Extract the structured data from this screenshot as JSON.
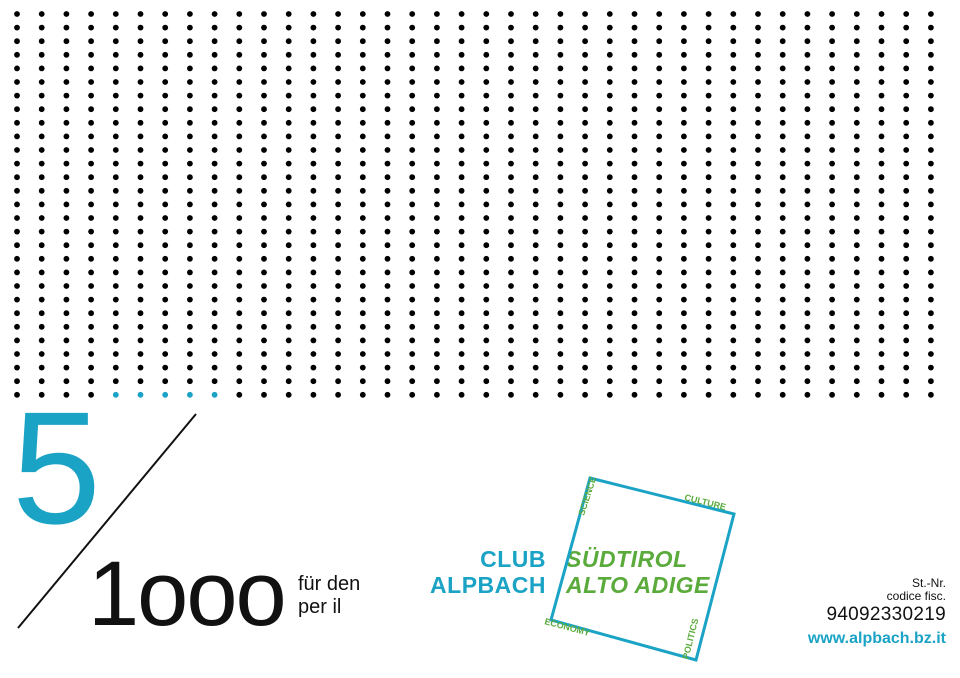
{
  "fraction": {
    "numerator": "5",
    "denominator": "1ooo"
  },
  "recipient_lines": [
    "für den",
    "per il"
  ],
  "logo": {
    "club_lines": [
      "CLUB",
      "ALPBACH"
    ],
    "region_lines": [
      "SÜDTIROL",
      "ALTO ADIGE"
    ],
    "sides": {
      "top_left": "SCIENCE",
      "top_right": "CULTURE",
      "bottom_left": "ECONOMY",
      "bottom_right": "POLITICS"
    }
  },
  "tax": {
    "label_de": "St.-Nr.",
    "label_it": "codice fisc.",
    "number": "94092330219",
    "website": "www.alpbach.bz.it"
  },
  "colors": {
    "accent_blue": "#1ba3c6",
    "accent_green": "#5aab3c",
    "dot_black": "#000000"
  },
  "dot_field": {
    "highlighted_dots": 5
  }
}
